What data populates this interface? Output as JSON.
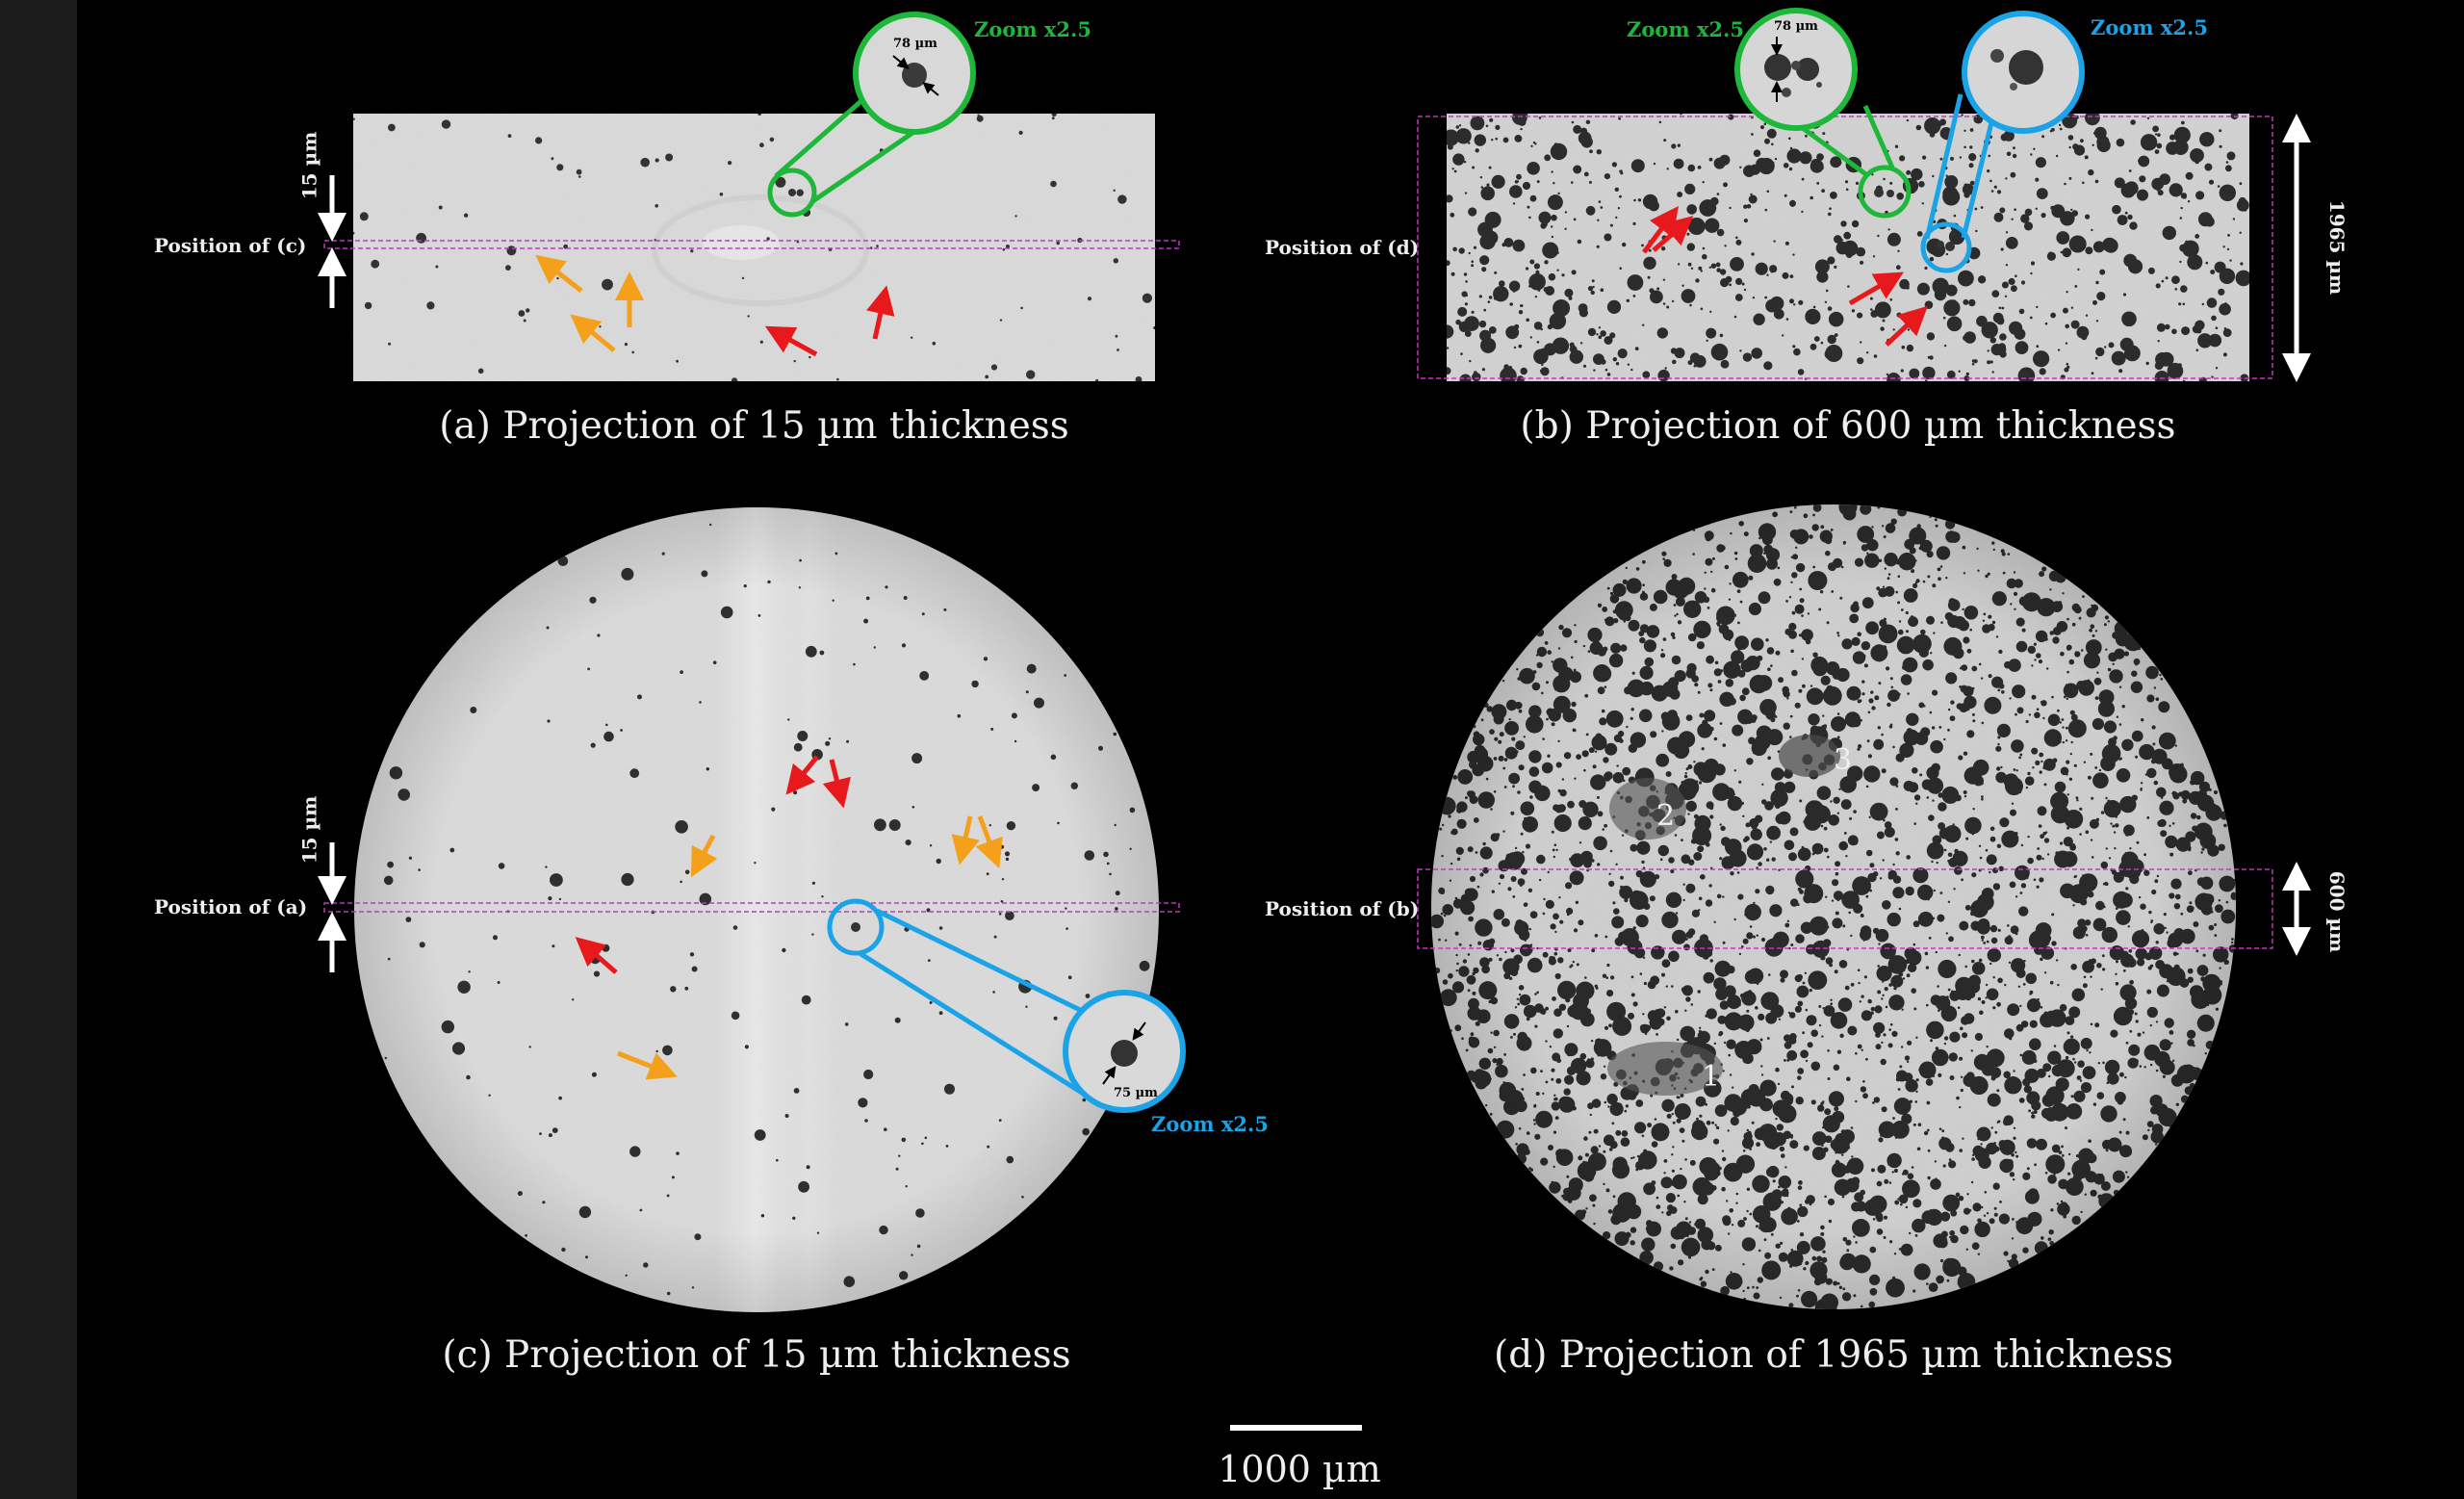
{
  "colors": {
    "background": "#000000",
    "sample_gray": "#dcdcdc",
    "green_zoom": "#1db83a",
    "blue_zoom": "#1aa3e6",
    "red_arrow": "#e8191c",
    "orange_arrow": "#f5a01a",
    "position_band": "#c236c8"
  },
  "panels": {
    "a": {
      "caption": "(a) Projection of 15 µm thickness",
      "position_label": "Position of (c)",
      "thickness_label": "15 µm",
      "zoom_label": "Zoom x2.5",
      "zoom_measure": "78 µm"
    },
    "b": {
      "caption": "(b) Projection of 600 µm thickness",
      "position_label": "Position of (d)",
      "thickness_label": "1965 µm",
      "zoom_label_green": "Zoom x2.5",
      "zoom_label_blue": "Zoom x2.5",
      "zoom_measure": "78 µm"
    },
    "c": {
      "caption": "(c) Projection of 15 µm thickness",
      "position_label": "Position of (a)",
      "thickness_label": "15 µm",
      "zoom_label": "Zoom x2.5",
      "zoom_measure": "75 µm"
    },
    "d": {
      "caption": "(d) Projection of 1965 µm thickness",
      "position_label": "Position of (b)",
      "thickness_label": "600 µm",
      "region_labels": [
        "1",
        "2",
        "3"
      ]
    }
  },
  "scale_bar": {
    "label": "1000 µm"
  },
  "icons": [
    "red-arrow-icon",
    "orange-arrow-icon",
    "white-double-arrow-icon"
  ]
}
